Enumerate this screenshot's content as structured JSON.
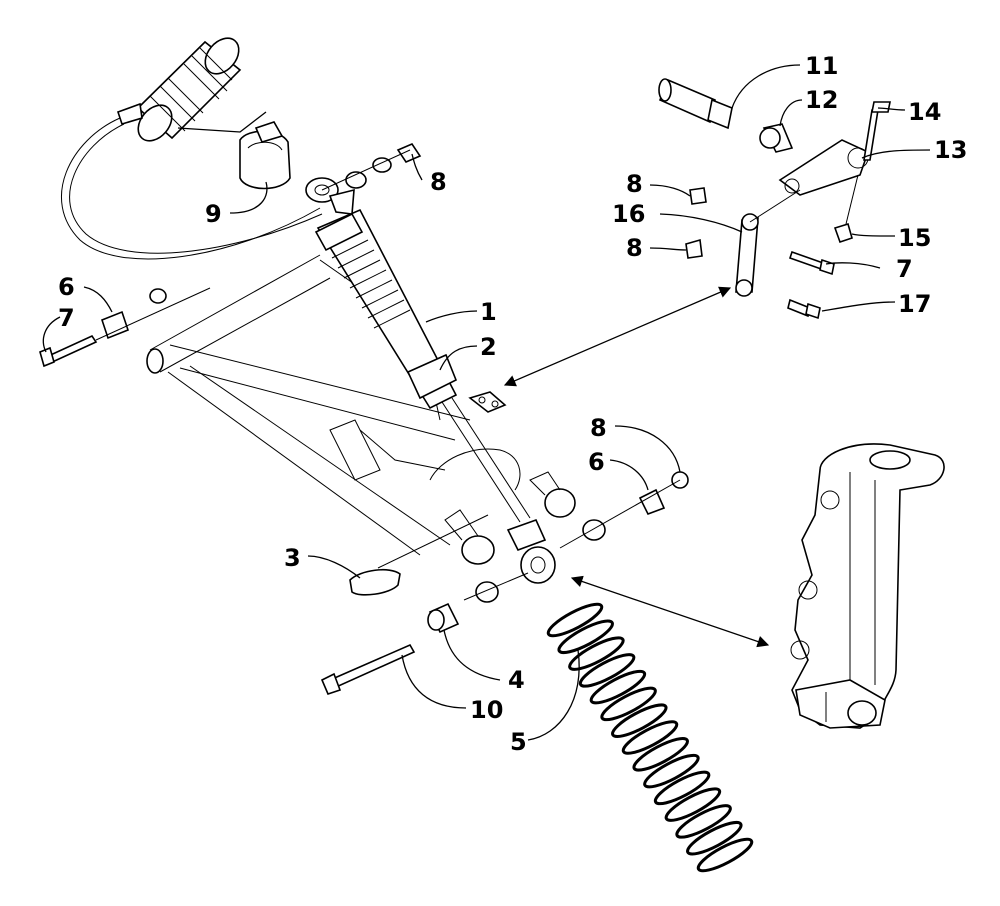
{
  "diagram": {
    "callouts": [
      {
        "id": "c1",
        "text": "1"
      },
      {
        "id": "c2",
        "text": "2"
      },
      {
        "id": "c3",
        "text": "3"
      },
      {
        "id": "c4",
        "text": "4"
      },
      {
        "id": "c5",
        "text": "5"
      },
      {
        "id": "c6a",
        "text": "6"
      },
      {
        "id": "c6b",
        "text": "6"
      },
      {
        "id": "c7a",
        "text": "7"
      },
      {
        "id": "c7b",
        "text": "7"
      },
      {
        "id": "c8a",
        "text": "8"
      },
      {
        "id": "c8b",
        "text": "8"
      },
      {
        "id": "c8c",
        "text": "8"
      },
      {
        "id": "c8d",
        "text": "8"
      },
      {
        "id": "c9",
        "text": "9"
      },
      {
        "id": "c10",
        "text": "10"
      },
      {
        "id": "c11",
        "text": "11"
      },
      {
        "id": "c12",
        "text": "12"
      },
      {
        "id": "c13",
        "text": "13"
      },
      {
        "id": "c14",
        "text": "14"
      },
      {
        "id": "c15",
        "text": "15"
      },
      {
        "id": "c16",
        "text": "16"
      },
      {
        "id": "c17",
        "text": "17"
      }
    ]
  }
}
